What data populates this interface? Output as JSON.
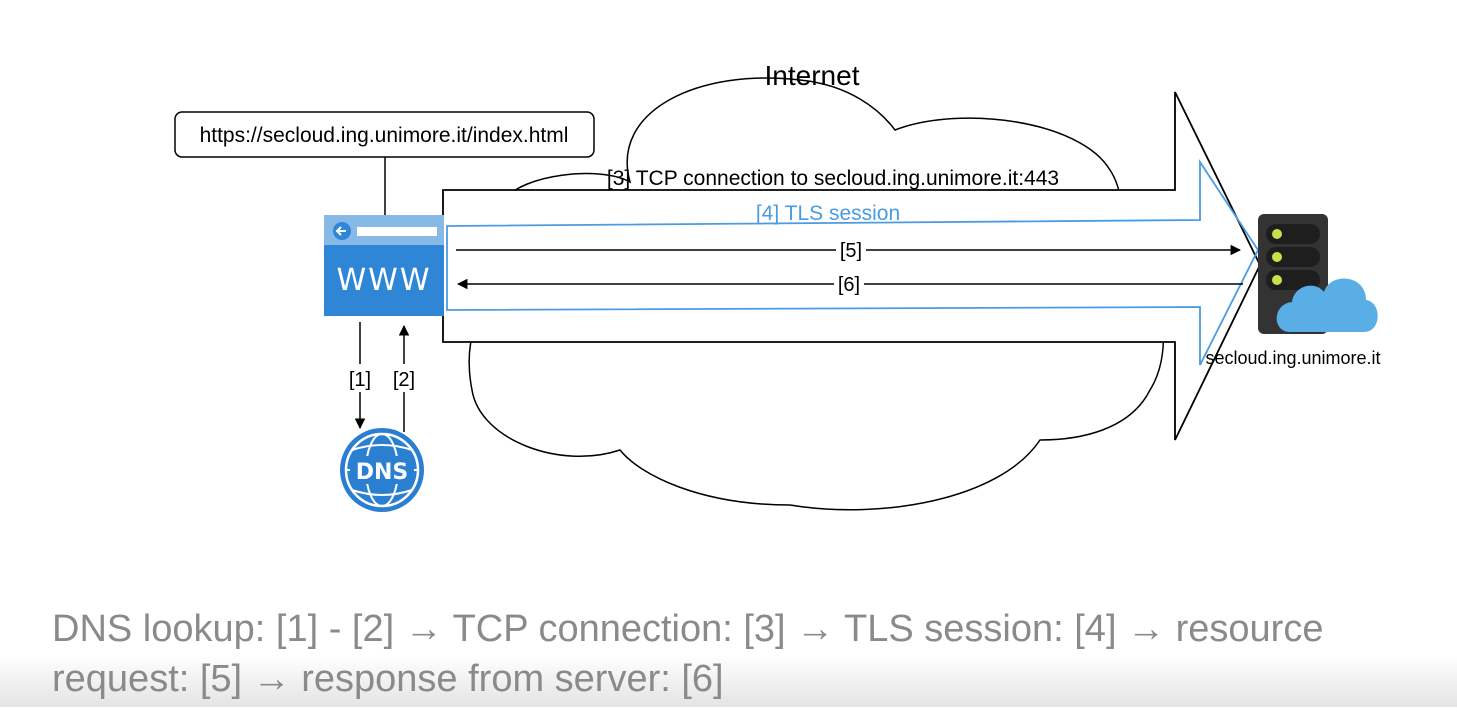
{
  "diagram": {
    "cloud_label": "Internet",
    "url_box": "https://secloud.ing.unimore.it/index.html",
    "tcp_label": "[3] TCP connection to secloud.ing.unimore.it:443",
    "tls_label": "[4] TLS session",
    "request_label": "[5]",
    "response_label": "[6]",
    "dns_query_label": "[1]",
    "dns_reply_label": "[2]",
    "browser_text": "WWW",
    "dns_text": "DNS",
    "server_label": "secloud.ing.unimore.it"
  },
  "caption": "DNS lookup: [1] - [2] → TCP connection: [3] → TLS session: [4] → resource request: [5] → response from server: [6]",
  "colors": {
    "tls_blue": "#4a9be0",
    "browser_blue": "#2f86d6",
    "dns_blue": "#2b7fd0",
    "server_dark": "#333333",
    "led_green": "#c9e04a",
    "cloud_light": "#5aaee6"
  },
  "icons": [
    "browser-window-icon",
    "dns-globe-icon",
    "server-cloud-icon"
  ]
}
